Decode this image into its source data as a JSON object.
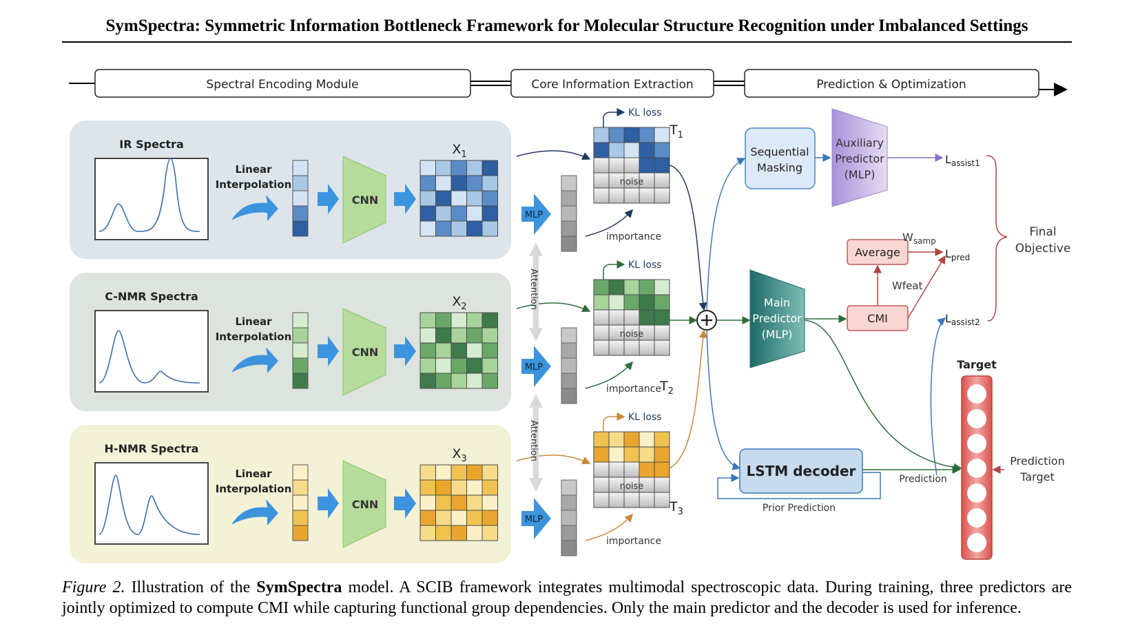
{
  "paper": {
    "title": "SymSpectra: Symmetric Information Bottleneck Framework for Molecular Structure Recognition under Imbalanced Settings"
  },
  "stages": {
    "encoding": "Spectral Encoding Module",
    "extraction": "Core Information Extraction",
    "prediction": "Prediction & Optimization"
  },
  "branches": [
    {
      "spectrum": "IR Spectra",
      "matrix_label": "X",
      "matrix_sub": "1",
      "t_label": "T",
      "t_sub": "1"
    },
    {
      "spectrum": "C-NMR Spectra",
      "matrix_label": "X",
      "matrix_sub": "2",
      "t_label": "T",
      "t_sub": "2"
    },
    {
      "spectrum": "H-NMR Spectra",
      "matrix_label": "X",
      "matrix_sub": "3",
      "t_label": "T",
      "t_sub": "3"
    }
  ],
  "labels": {
    "linear": "Linear",
    "interpolation": "Interpolation",
    "cnn": "CNN",
    "mlp": "MLP",
    "attention": "Attention",
    "kl_loss": "KL loss",
    "noise": "noise",
    "importance": "importance"
  },
  "prediction": {
    "seq_masking_1": "Sequential",
    "seq_masking_2": "Masking",
    "aux_1": "Auxiliary",
    "aux_2": "Predictor",
    "aux_3": "(MLP)",
    "main_1": "Main",
    "main_2": "Predictor",
    "main_3": "(MLP)",
    "average": "Average",
    "cmi": "CMI",
    "w_samp": "W",
    "w_samp_sub": "samp",
    "w_feat": "Wfeat",
    "l_assist1": "L",
    "l_assist1_sub": "assist1",
    "l_pred": "L",
    "l_pred_sub": "pred",
    "l_assist2": "L",
    "l_assist2_sub": "assist2",
    "final_1": "Final",
    "final_2": "Objective",
    "lstm": "LSTM decoder",
    "prior": "Prior Prediction",
    "prediction": "Prediction",
    "target": "Target",
    "pred_target_1": "Prediction",
    "pred_target_2": "Target"
  },
  "caption": {
    "label": "Figure 2.",
    "pre": " Illustration of the ",
    "model": "SymSpectra",
    "text": " model. A SCIB framework integrates multimodal spectroscopic data. During training, three predictors are jointly optimized to compute CMI while capturing functional group dependencies. Only the main predictor and the decoder is used for inference."
  },
  "colors": {
    "ir_bg": "#dde5ea",
    "cnmr_bg": "#dde3dd",
    "hnmr_bg": "#f4f2d6",
    "blue": "#2e5fa0",
    "green": "#3f7a4a",
    "yellow": "#e8b23a",
    "arrow_blue": "#3d94de",
    "cnn_green": "#b5dc9a"
  }
}
